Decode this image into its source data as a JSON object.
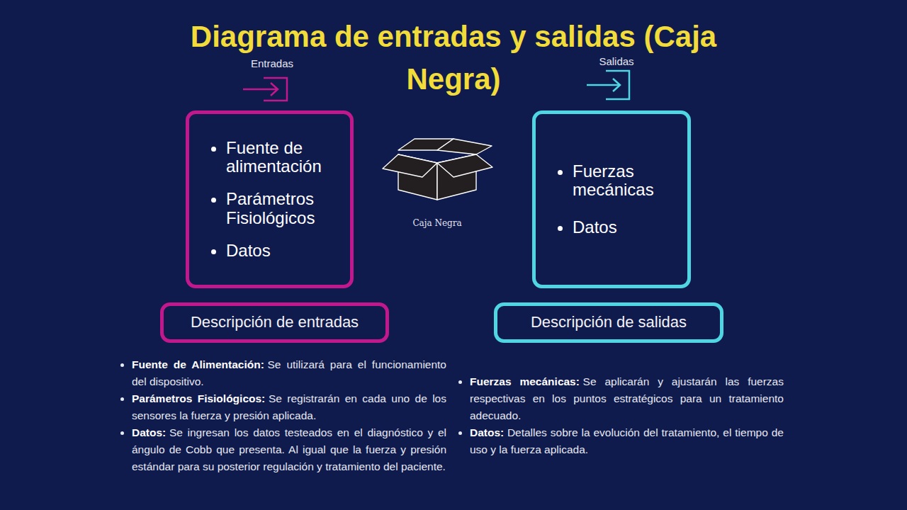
{
  "diagram": {
    "title": "Diagrama de entradas y salidas (Caja Negra)",
    "nodes": [
      {
        "text": [
          "Fuente de alimentación",
          "Parámetros Fisiológicos",
          "Datos"
        ]
      },
      {
        "text": [
          "Fuerzas mecánicas",
          "Datos"
        ]
      },
      {
        "text": [
          "Descripción de entradas"
        ]
      },
      {
        "text": [
          "Descripción de salidas"
        ]
      }
    ],
    "labels": [
      "Entradas",
      "Salidas",
      "Caja Negra",
      "Fuente de Alimentación:",
      "Se utilizará para el funcionamiento del dispositivo.",
      "Parámetros Fisiológicos:",
      "Se registrarán en cada uno de los sensores la fuerza y presión aplicada.",
      "Datos:",
      "Se ingresan los datos testeados en el diagnóstico y el ángulo de Cobb que presenta. Al igual que la fuerza y presión estándar para su posterior regulación y tratamiento del paciente.",
      "Fuerzas mecánicas:",
      "Se aplicarán y ajustarán las fuerzas respectivas en los puntos estratégicos para un tratamiento adecuado.",
      "Datos:",
      "Detalles sobre la evolución del tratamiento, el tiempo de uso y la fuerza aplicada."
    ]
  }
}
